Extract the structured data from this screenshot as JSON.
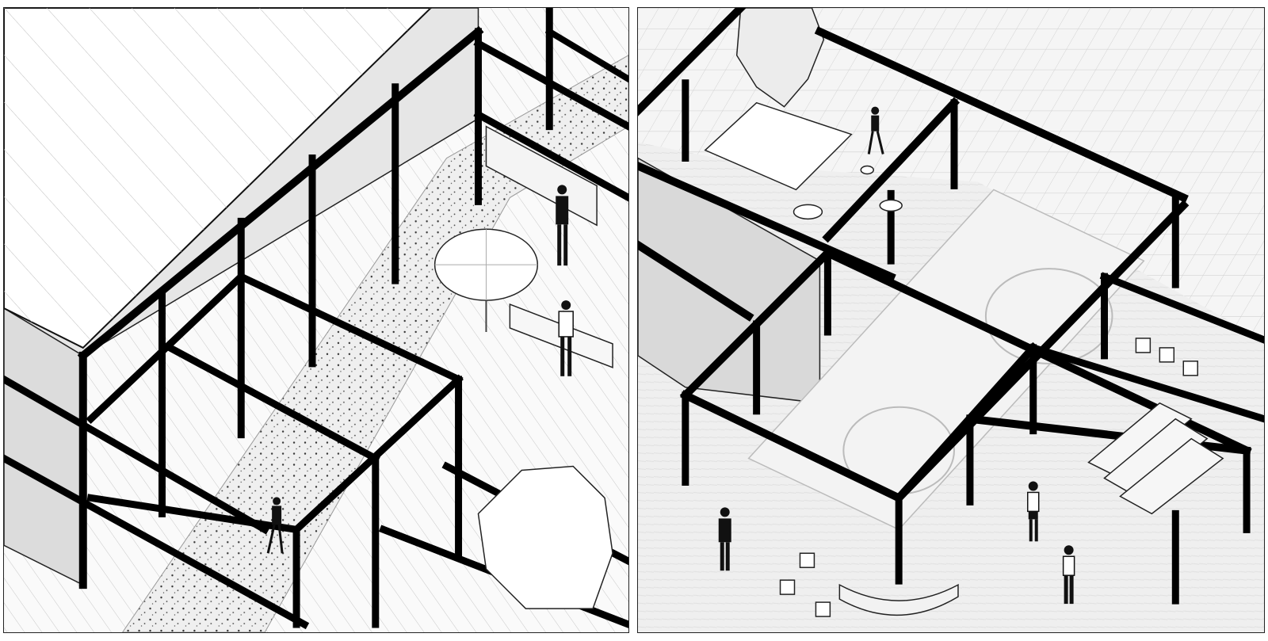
{
  "figure": {
    "panels": [
      {
        "id": "left",
        "subject": "courtyard-cafe-perspective"
      },
      {
        "id": "right",
        "subject": "courtyard-sports-court-perspective"
      }
    ],
    "colors": {
      "line": "#111111",
      "beam": "#000000",
      "roof": "#ffffff",
      "floor": "#f1f1f1",
      "wall": "#e4e4e4",
      "shadow": "#d6d6d6",
      "terrazzo": "#ececec"
    }
  }
}
